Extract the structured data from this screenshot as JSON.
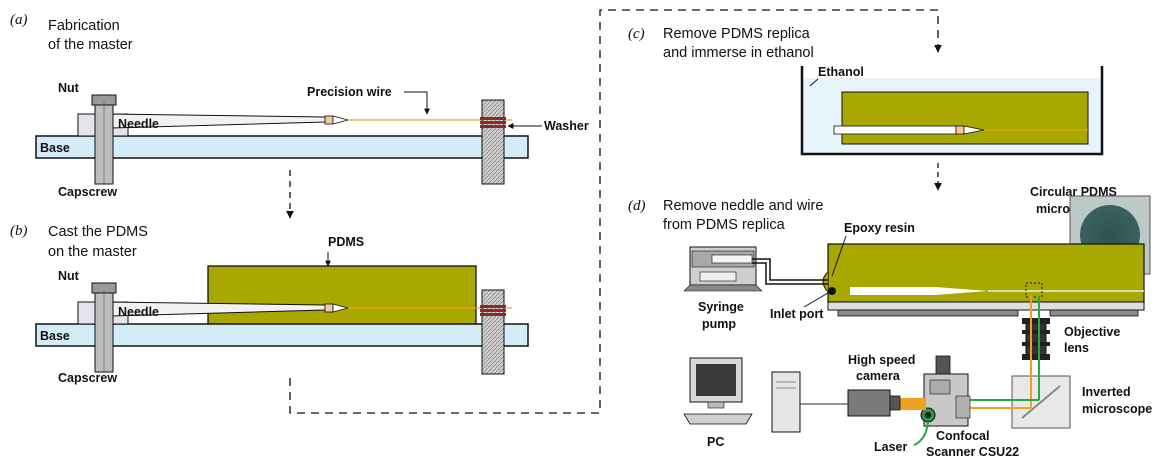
{
  "panels": {
    "a": {
      "tag": "(a)",
      "title_line1": "Fabrication",
      "title_line2": "of the master"
    },
    "b": {
      "tag": "(b)",
      "title_line1": "Cast the PDMS",
      "title_line2": "on the master"
    },
    "c": {
      "tag": "(c)",
      "title_line1": "Remove PDMS replica",
      "title_line2": "and immerse in ethanol"
    },
    "d": {
      "tag": "(d)",
      "title_line1": "Remove neddle and wire",
      "title_line2": "from PDMS replica"
    }
  },
  "labels": {
    "nut": "Nut",
    "needle": "Needle",
    "base": "Base",
    "capscrew": "Capscrew",
    "precision_wire": "Precision wire",
    "washer": "Washer",
    "pdms": "PDMS",
    "ethanol": "Ethanol",
    "epoxy_resin": "Epoxy resin",
    "syringe_pump_line1": "Syringe",
    "syringe_pump_line2": "pump",
    "inlet_port": "Inlet port",
    "circular_line1": "Circular PDMS",
    "circular_line2": "microchannel",
    "objective_line1": "Objective",
    "objective_line2": "lens",
    "camera_line1": "High speed",
    "camera_line2": "camera",
    "inverted_line1": "Inverted",
    "inverted_line2": "microscope",
    "pc": "PC",
    "laser": "Laser",
    "confocal_line1": "Confocal",
    "confocal_line2": "Scanner CSU22"
  },
  "colors": {
    "base_fill": "#d4ecf8",
    "pdms_fill": "#a8a800",
    "wire": "#f0a030",
    "laser_green": "#22aa44",
    "light_orange": "#f0a020",
    "needle_fill": "#eeeeee",
    "ethanol_fill": "#e8f4fb"
  }
}
